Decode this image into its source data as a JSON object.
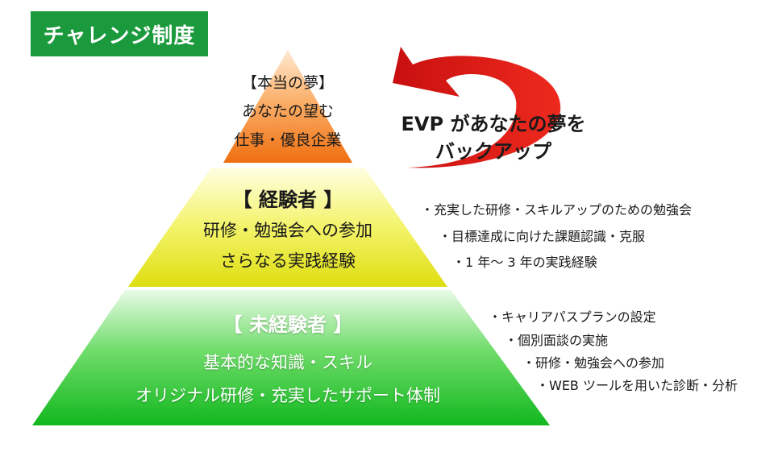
{
  "title": "チャレンジ制度",
  "top_tier": {
    "line1": "【本当の夢】",
    "line2": "あなたの望む",
    "line3": "仕事・優良企業"
  },
  "middle_tier": {
    "heading": "【 経験者 】",
    "line1": "研修・勉強会への参加",
    "line2": "さらなる実践経験"
  },
  "bottom_tier": {
    "heading": "【 未経験者 】",
    "line1": "基本的な知識・スキル",
    "line2": "オリジナル研修・充実したサポート体制"
  },
  "arrow_text": {
    "line1": "EVP があなたの夢を",
    "line2": "バックアップ"
  },
  "middle_notes": [
    "・充実した研修・スキルアップのための勉強会",
    "・目標達成に向けた課題認識・克服",
    "・1 年〜 3 年の実践経験"
  ],
  "bottom_notes": [
    "・キャリアパスプランの設定",
    "・個別面談の実施",
    "・研修・勉強会への参加",
    "・WEB ツールを用いた診断・分析"
  ],
  "colors": {
    "badge": "#1a9a3c",
    "top_tier": "#f07a1a",
    "middle_tier": "#e6e61a",
    "bottom_tier": "#1fbf2f",
    "arrow": "#e31a1a"
  }
}
